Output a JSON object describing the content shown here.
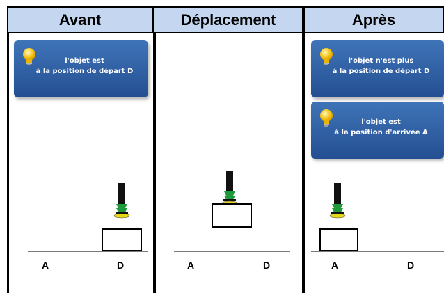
{
  "columns": {
    "avant": {
      "title": "Avant"
    },
    "deplacement": {
      "title": "Déplacement"
    },
    "apres": {
      "title": "Après"
    }
  },
  "info_boxes": {
    "avant_box": {
      "line1": "l'objet est",
      "line2": "à la position de départ D"
    },
    "apres_box1": {
      "line1": "l'objet n'est plus",
      "line2": "à la position de départ D"
    },
    "apres_box2": {
      "line1": "l'objet est",
      "line2": "à la position d'arrivée A"
    }
  },
  "positions": {
    "arrival": "A",
    "departure": "D"
  },
  "colors": {
    "header_bg": "#c5d7f0",
    "info_box_bg": "#2e5fa6",
    "gripper_body": "#111111",
    "gripper_jaws": "#1f9a3a",
    "gripper_tip": "#e8d81a",
    "bulb": "#f5c518"
  },
  "icons": [
    "lightbulb-icon",
    "gripper-icon"
  ]
}
